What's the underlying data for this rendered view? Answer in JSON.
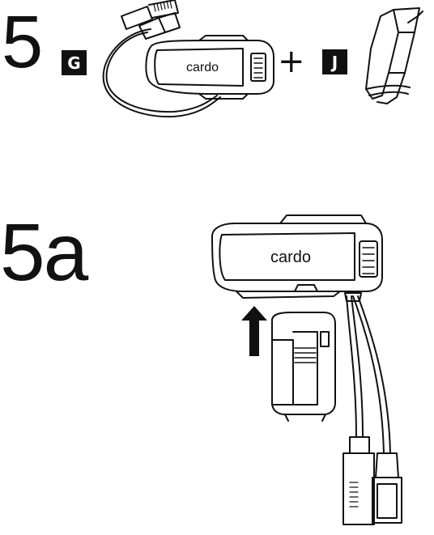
{
  "steps": {
    "step_5": "5",
    "step_5a": "5a"
  },
  "parts": {
    "g_label": "G",
    "j_label": "J",
    "plus_sign": "+"
  },
  "device": {
    "brand_top": "cardo",
    "brand_bottom": "cardo"
  },
  "icons": {
    "arrow": "up-arrow-icon",
    "cable": "cable-icon",
    "clip": "mounting-clip-icon",
    "device": "intercom-unit-icon"
  }
}
